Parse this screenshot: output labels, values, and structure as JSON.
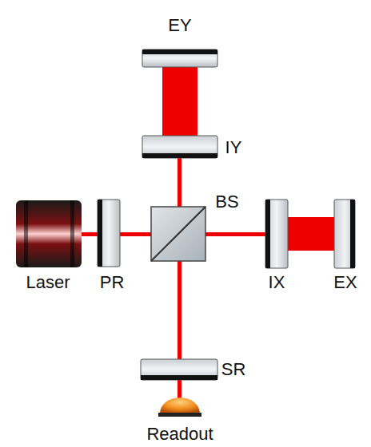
{
  "diagram": {
    "labels": [
      "EY",
      "IY",
      "BS",
      "Laser",
      "PR",
      "IX",
      "EX",
      "SR",
      "Readout"
    ]
  }
}
